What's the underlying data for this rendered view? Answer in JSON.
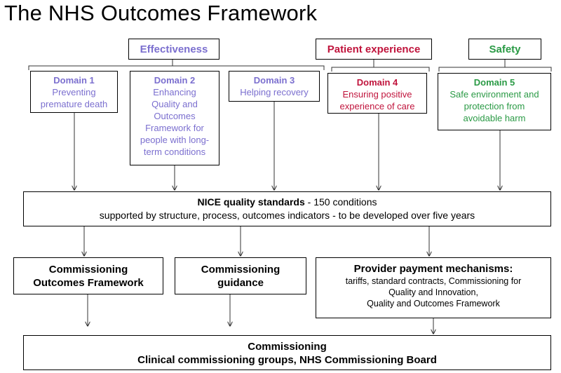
{
  "title": "The NHS Outcomes Framework",
  "categories": {
    "effectiveness": "Effectiveness",
    "patient_experience": "Patient experience",
    "safety": "Safety"
  },
  "domains": [
    {
      "heading": "Domain 1",
      "lines": [
        "Preventing",
        "premature death"
      ]
    },
    {
      "heading": "Domain 2",
      "lines": [
        "Enhancing",
        "Quality and",
        "Outcomes",
        "Framework for",
        "people with long-",
        "term conditions"
      ]
    },
    {
      "heading": "Domain 3",
      "lines": [
        "Helping recovery"
      ]
    },
    {
      "heading": "Domain 4",
      "lines": [
        "Ensuring  positive",
        "experience of care"
      ]
    },
    {
      "heading": "Domain 5",
      "lines": [
        "Safe environment and",
        "protection from",
        "avoidable harm"
      ]
    }
  ],
  "nice": {
    "bold": "NICE quality standards",
    "rest": " - 150 conditions",
    "line2": "supported by structure, process, outcomes indicators - to be developed over five years"
  },
  "commissioning_outcomes": [
    "Commissioning",
    "Outcomes Framework"
  ],
  "commissioning_guidance": [
    "Commissioning",
    "guidance"
  ],
  "provider": {
    "heading": "Provider payment mechanisms:",
    "lines": [
      "tariffs, standard contracts, Commissioning for",
      "Quality and Innovation,",
      "Quality and Outcomes Framework"
    ]
  },
  "bottom": {
    "line1": "Commissioning",
    "line2": "Clinical commissioning groups, NHS Commissioning Board"
  },
  "colors": {
    "effectiveness": "#7b6fcf",
    "patient_experience": "#c0143c",
    "safety": "#2a9a45"
  }
}
